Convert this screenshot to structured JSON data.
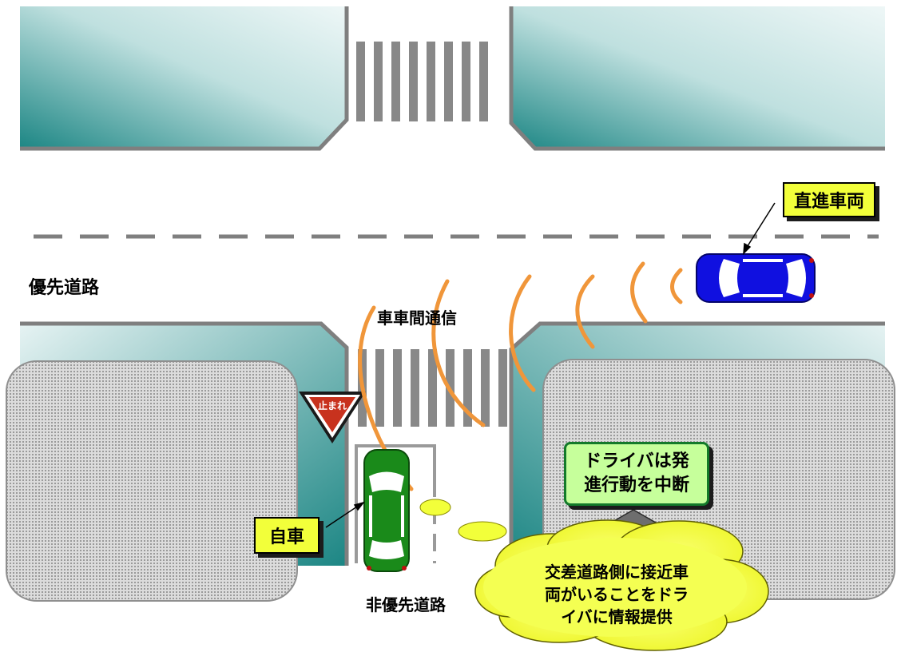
{
  "labels": {
    "priority_road": "優先道路",
    "non_priority_road": "非優先道路",
    "v2v_comm": "車車間通信",
    "own_vehicle": "自車",
    "straight_vehicle": "直進車両",
    "stop_sign": "止まれ"
  },
  "driver_action": {
    "line1": "ドライバは発",
    "line2": "進行動を中断"
  },
  "info_cloud": {
    "line1": "交差道路側に接近車",
    "line2": "両がいることをドラ",
    "line3": "イバに情報提供"
  },
  "colors": {
    "road_edge": "#7f7f7f",
    "sidewalk_teal": "#1f8a88",
    "block_gray": "#8f8f8f",
    "signal_wave": "#f0963a",
    "callout_yellow": "#f2ff3a",
    "own_vehicle": "#1a8a1a",
    "straight_vehicle": "#1010e0",
    "stop_sign": "#c8321e"
  }
}
